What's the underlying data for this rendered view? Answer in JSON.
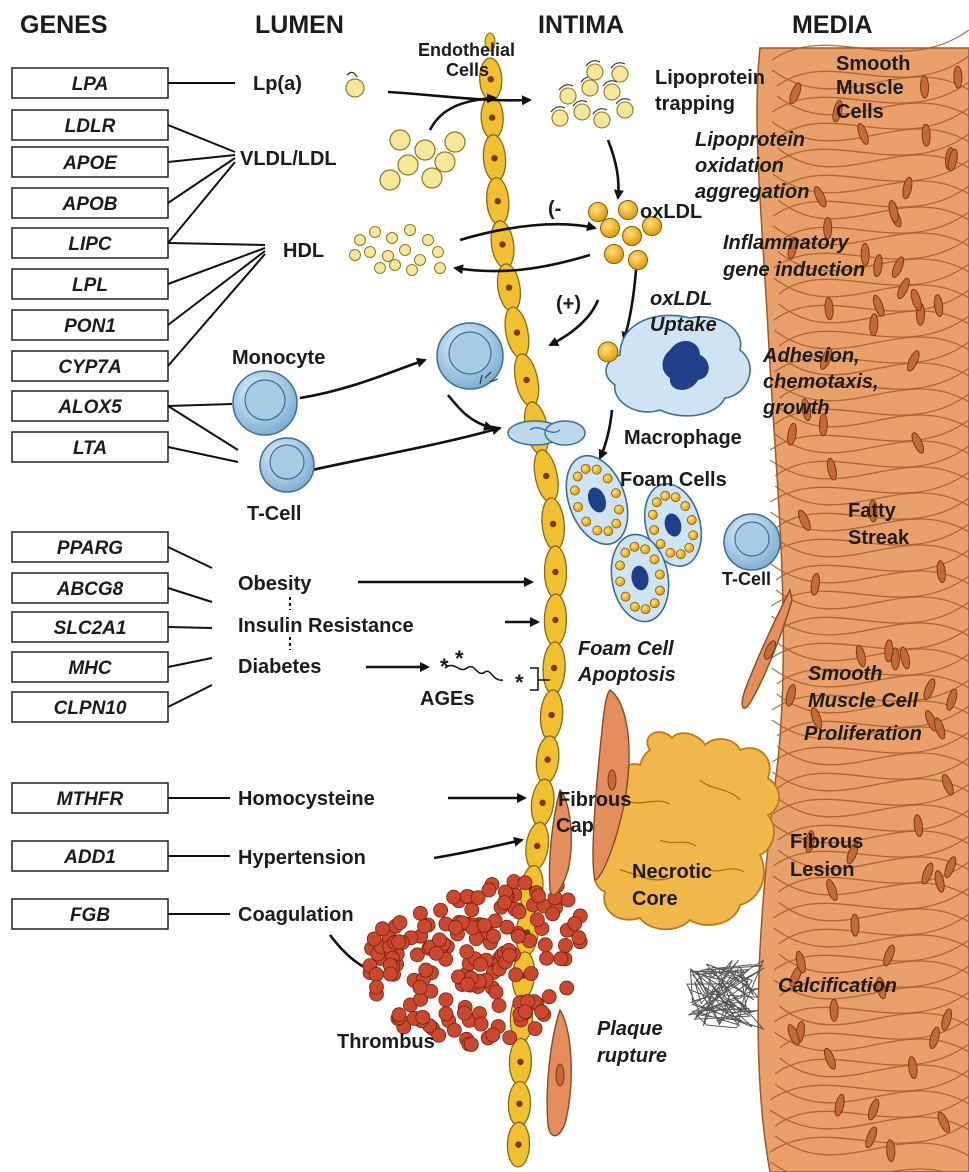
{
  "headers": {
    "genes": "GENES",
    "lumen": "LUMEN",
    "intima": "INTIMA",
    "media": "MEDIA"
  },
  "genes": [
    "LPA",
    "LDLR",
    "APOE",
    "APOB",
    "LIPC",
    "LPL",
    "PON1",
    "CYP7A",
    "ALOX5",
    "LTA",
    "PPARG",
    "ABCG8",
    "SLC2A1",
    "MHC",
    "CLPN10",
    "MTHFR",
    "ADD1",
    "FGB"
  ],
  "lumen": {
    "lpa": "Lp(a)",
    "vldl_ldl": "VLDL/LDL",
    "hdl": "HDL",
    "monocyte": "Monocyte",
    "tcell": "T-Cell",
    "obesity": "Obesity",
    "insulin": "Insulin Resistance",
    "diabetes": "Diabetes",
    "ages": "AGEs",
    "homocysteine": "Homocysteine",
    "hypertension": "Hypertension",
    "coagulation": "Coagulation",
    "thrombus": "Thrombus"
  },
  "intima": {
    "endothelial_1": "Endothelial",
    "endothelial_2": "Cells",
    "lipo_trap_1": "Lipoprotein",
    "lipo_trap_2": "trapping",
    "oxldl": "oxLDL",
    "minus": "(-",
    "plus": "(+)",
    "uptake_1": "oxLDL",
    "uptake_2": "Uptake",
    "macrophage": "Macrophage",
    "foam_cells": "Foam Cells",
    "tcell": "T-Cell",
    "apop_1": "Foam Cell",
    "apop_2": "Apoptosis",
    "fibrous_1": "Fibrous",
    "fibrous_2": "Cap",
    "necrotic_1": "Necrotic",
    "necrotic_2": "Core",
    "plaque_1": "Plaque",
    "plaque_2": "rupture"
  },
  "media": {
    "smc_1": "Smooth",
    "smc_2": "Muscle",
    "smc_3": "Cells",
    "oxid_1": "Lipoprotein",
    "oxid_2": "oxidation",
    "oxid_3": "aggregation",
    "infl_1": "Inflammatory",
    "infl_2": "gene induction",
    "adh_1": "Adhesion,",
    "adh_2": "chemotaxis,",
    "adh_3": "growth",
    "fatty_1": "Fatty",
    "fatty_2": "Streak",
    "prolif_1": "Smooth",
    "prolif_2": "Muscle Cell",
    "prolif_3": "Proliferation",
    "lesion_1": "Fibrous",
    "lesion_2": "Lesion",
    "calcification": "Calcification"
  },
  "colors": {
    "media": "#e9a06a",
    "particle": "#f6e79a",
    "oxldl": "#f2b01e",
    "cell": "#bcd8ea",
    "nucleus": "#1f3f8a",
    "thrombus": "#c9482e",
    "core": "#f0b84a",
    "endothelium": "#f0c030"
  }
}
